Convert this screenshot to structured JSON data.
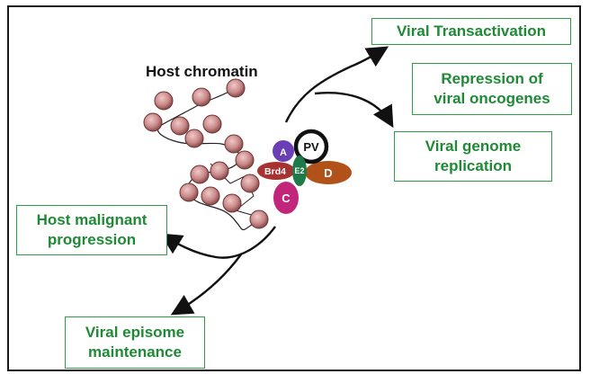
{
  "title": "Host chromatin",
  "outcomes": {
    "viral_transactivation": "Viral Transactivation",
    "repression_line1": "Repression of",
    "repression_line2": "viral oncogenes",
    "replication_line1": "Viral genome",
    "replication_line2": "replication",
    "malignant_line1": "Host malignant",
    "malignant_line2": "progression",
    "episome_line1": "Viral episome",
    "episome_line2": "maintenance"
  },
  "complex": {
    "a": "A",
    "pv": "PV",
    "brd4": "Brd4",
    "e2": "E2",
    "d": "D",
    "c": "C"
  },
  "colors": {
    "outcome_text": "#1f8a36",
    "outcome_border": "#2e9e45",
    "nucleosome": "#c98a8a",
    "protein_a": "#6a3fb5",
    "protein_brd4": "#a83232",
    "protein_e2": "#1f7a4a",
    "protein_d": "#b0521a",
    "protein_c": "#c2267a"
  }
}
